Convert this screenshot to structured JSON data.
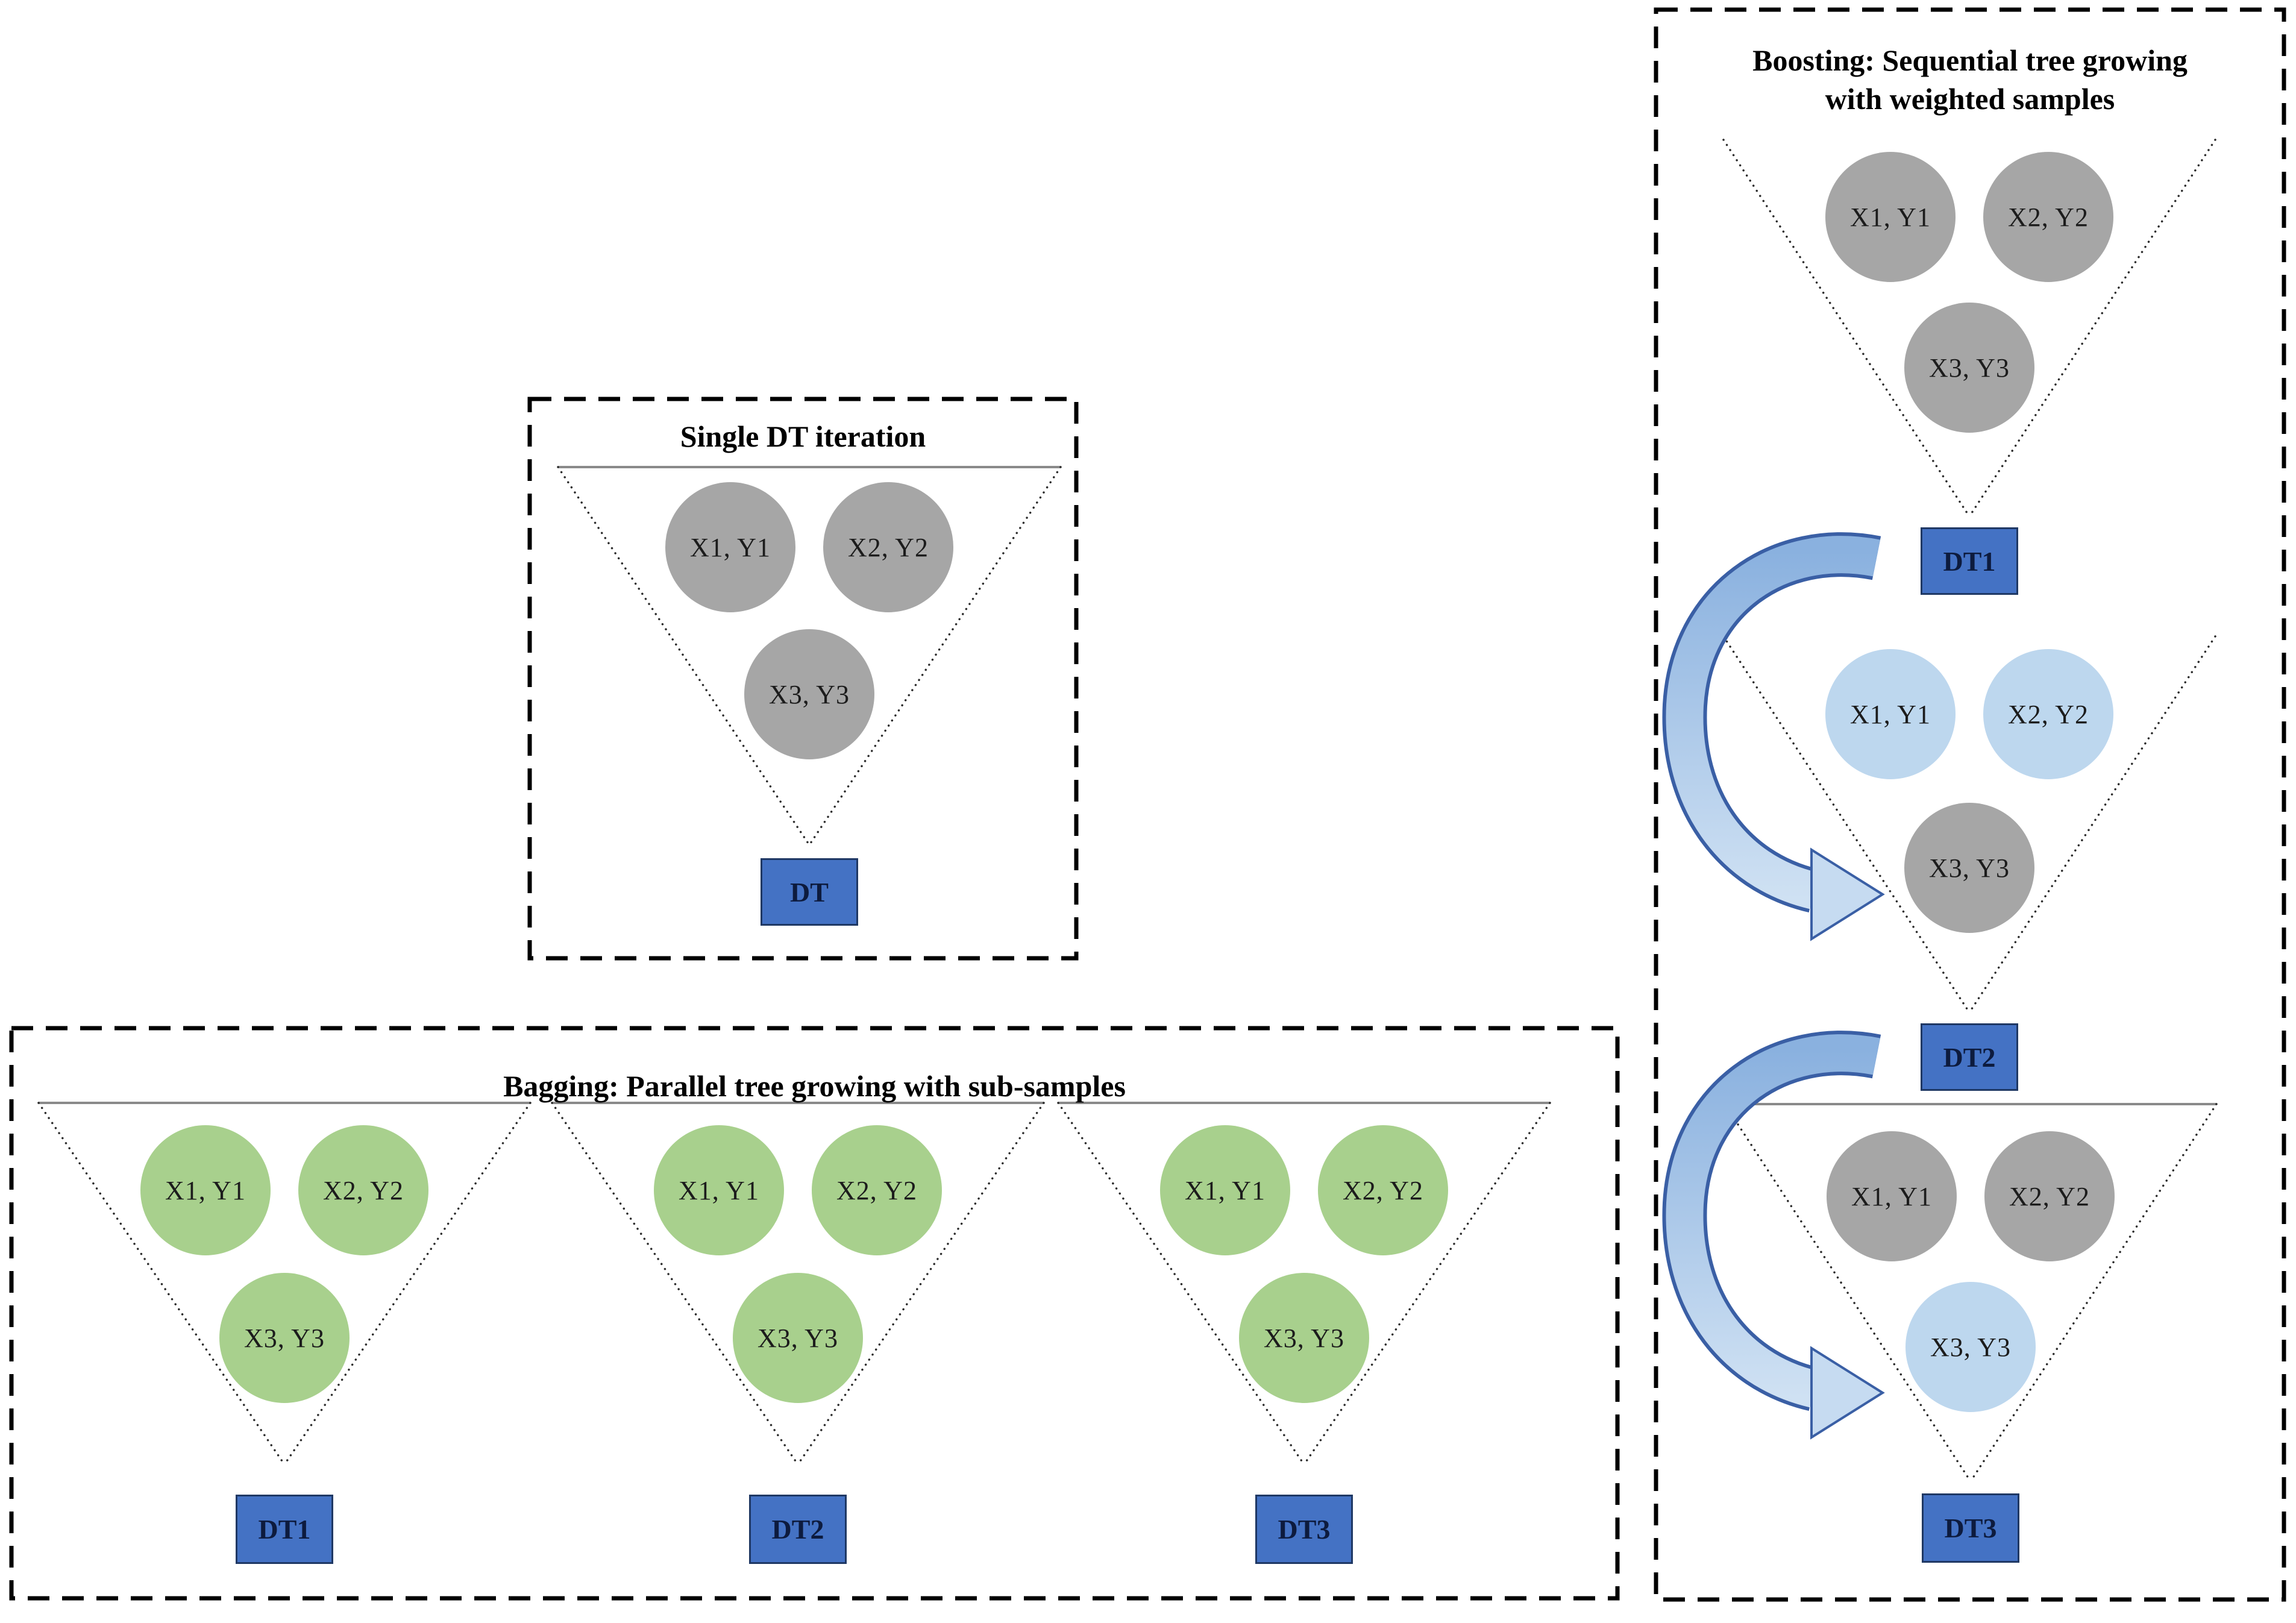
{
  "samples": [
    "X1, Y1",
    "X2, Y2",
    "X3, Y3"
  ],
  "panels": {
    "single": {
      "title": "Single DT iteration",
      "funnel": {
        "dt": "DT",
        "sample_colors": [
          "gray",
          "gray",
          "gray"
        ]
      }
    },
    "bagging": {
      "title": "Bagging: Parallel tree growing with sub-samples",
      "funnels": [
        {
          "dt": "DT1",
          "sample_colors": [
            "green",
            "green",
            "green"
          ]
        },
        {
          "dt": "DT2",
          "sample_colors": [
            "green",
            "green",
            "green"
          ]
        },
        {
          "dt": "DT3",
          "sample_colors": [
            "green",
            "green",
            "green"
          ]
        }
      ]
    },
    "boosting": {
      "title_line1": "Boosting: Sequential tree growing",
      "title_line2": "with weighted samples",
      "funnels": [
        {
          "dt": "DT1",
          "sample_colors": [
            "gray",
            "gray",
            "gray"
          ]
        },
        {
          "dt": "DT2",
          "sample_colors": [
            "blue",
            "blue",
            "gray"
          ]
        },
        {
          "dt": "DT3",
          "sample_colors": [
            "gray",
            "gray",
            "blue"
          ]
        }
      ]
    }
  },
  "colors": {
    "sample_gray": "#a6a6a6",
    "sample_green": "#a8d08d",
    "sample_blue": "#bdd7ee",
    "dt_box_fill": "#4472c4",
    "dt_box_border": "#1f3864",
    "panel_border": "#000000",
    "funnel_outline": "#8a8a8a",
    "arrow_fill_start": "#8ab1df",
    "arrow_fill_end": "#cfe1f3",
    "arrow_outline": "#3a5fa5"
  }
}
